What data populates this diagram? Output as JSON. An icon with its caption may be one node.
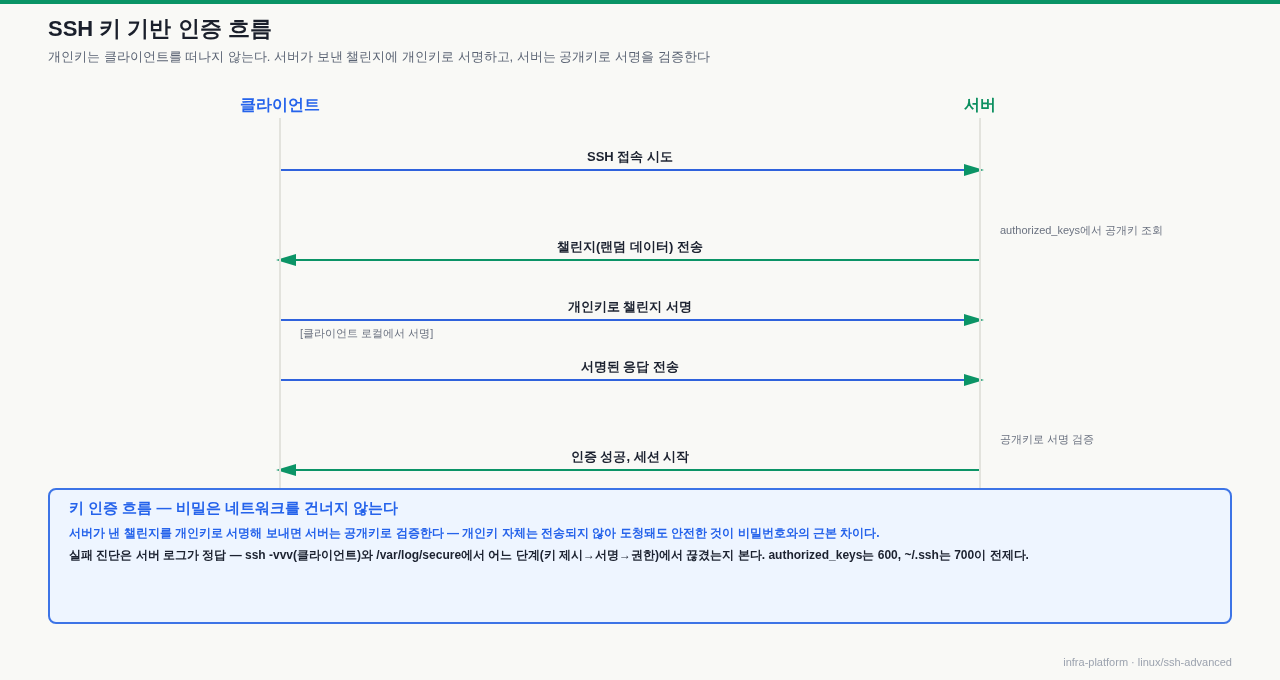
{
  "diagram": {
    "title": "SSH 키 기반 인증 흐름",
    "nodes": [
      {
        "text": [
          "클라이언트"
        ]
      },
      {
        "text": [
          "서버"
        ]
      },
      {
        "text": [
          "키 인증 흐름 — 비밀은 네트워크를 건너지 않는다",
          "서버가 낸 챌린지를 개인키로 서명해 보내면 서버는 공개키로 검증한다 — 개인키 자체는 전송되지 않아 도청돼도 안전한 것이 비밀번호와의 근본 차이다.",
          "실패 진단은 서버 로그가 정답 — ssh -vvv(클라이언트)와 /var/log/secure에서 어느 단계(키 제시→서명→권한)에서 끊겼는지 본다. authorized_keys는 600, ~/.ssh는 700이 전제다."
        ]
      }
    ],
    "edges": [
      {
        "from": 0,
        "to": 1,
        "arrow": "to",
        "label": "SSH 접속 시도"
      },
      {
        "from": 1,
        "to": 0,
        "arrow": "to",
        "label": "챌린지(랜덤 데이터) 전송",
        "color": "#0b9466"
      },
      {
        "from": 0,
        "to": 1,
        "arrow": "to",
        "label": "개인키로 챌린지 서명"
      },
      {
        "from": 0,
        "to": 1,
        "arrow": "to",
        "label": "서명된 응답 전송"
      },
      {
        "from": 1,
        "to": 0,
        "arrow": "to",
        "label": "인증 성공, 세션 시작",
        "color": "#0b9466"
      }
    ],
    "labels": [
      "개인키는 클라이언트를 떠나지 않는다. 서버가 보낸 챌린지에 개인키로 서명하고, 서버는 공개키로 서명을 검증한다",
      "authorized_keys에서 공개키 조회",
      "[클라이언트 로컬에서 서명]",
      "공개키로 서명 검증",
      "infra-platform · linux/ssh-advanced"
    ]
  }
}
